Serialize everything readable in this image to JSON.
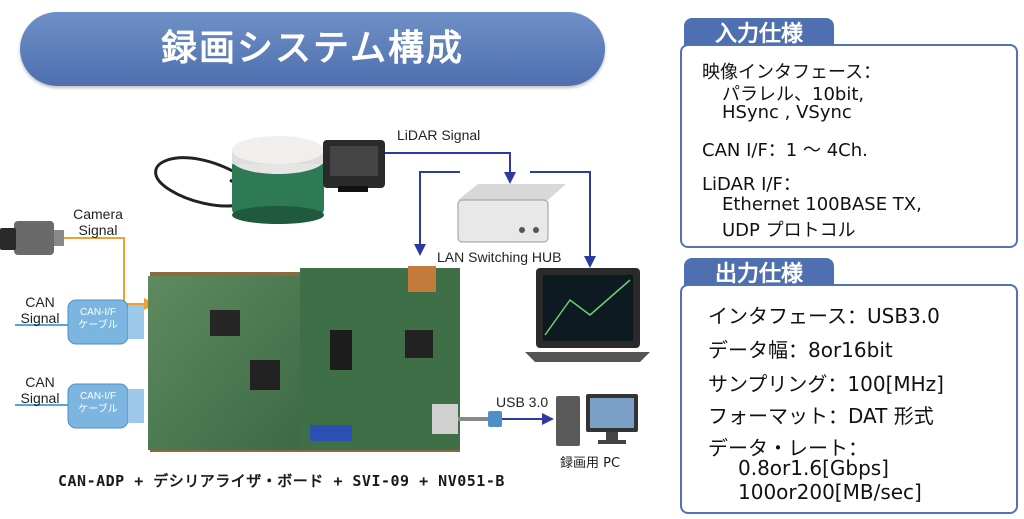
{
  "banner": {
    "title": "録画システム構成"
  },
  "diagram": {
    "lidar_signal": "LiDAR Signal",
    "camera_signal_line1": "Camera",
    "camera_signal_line2": "Signal",
    "can_signal_line1": "CAN",
    "can_signal_line2": "Signal",
    "can_cable_line1": "CAN-I/F",
    "can_cable_line2": "ケーブル",
    "lan_hub": "LAN Switching HUB",
    "usb": "USB 3.0",
    "pc_label": "録画用 PC",
    "caption": "CAN-ADP + デシリアライザ・ボード + SVI-09 + NV051-B"
  },
  "input_spec": {
    "tab": "入力仕様",
    "lines": [
      "映像インタフェース：",
      "パラレル、10bit,",
      "HSync , VSync",
      "CAN I/F：1 ～ 4Ch.",
      "LiDAR I/F：",
      "Ethernet 100BASE TX,",
      "UDP プロトコル"
    ]
  },
  "output_spec": {
    "tab": "出力仕様",
    "lines": [
      "インタフェース：USB3.0",
      "データ幅：8or16bit",
      "サンプリング：100[MHz]",
      "フォーマット：DAT 形式",
      "データ・レート：",
      "0.8or1.6[Gbps]",
      "100or200[MB/sec]"
    ]
  },
  "colors": {
    "accent": "#4f70b0",
    "arrow": "#2e3aa0",
    "camera_line": "#f0a030",
    "can_line": "#4fa8d8"
  }
}
